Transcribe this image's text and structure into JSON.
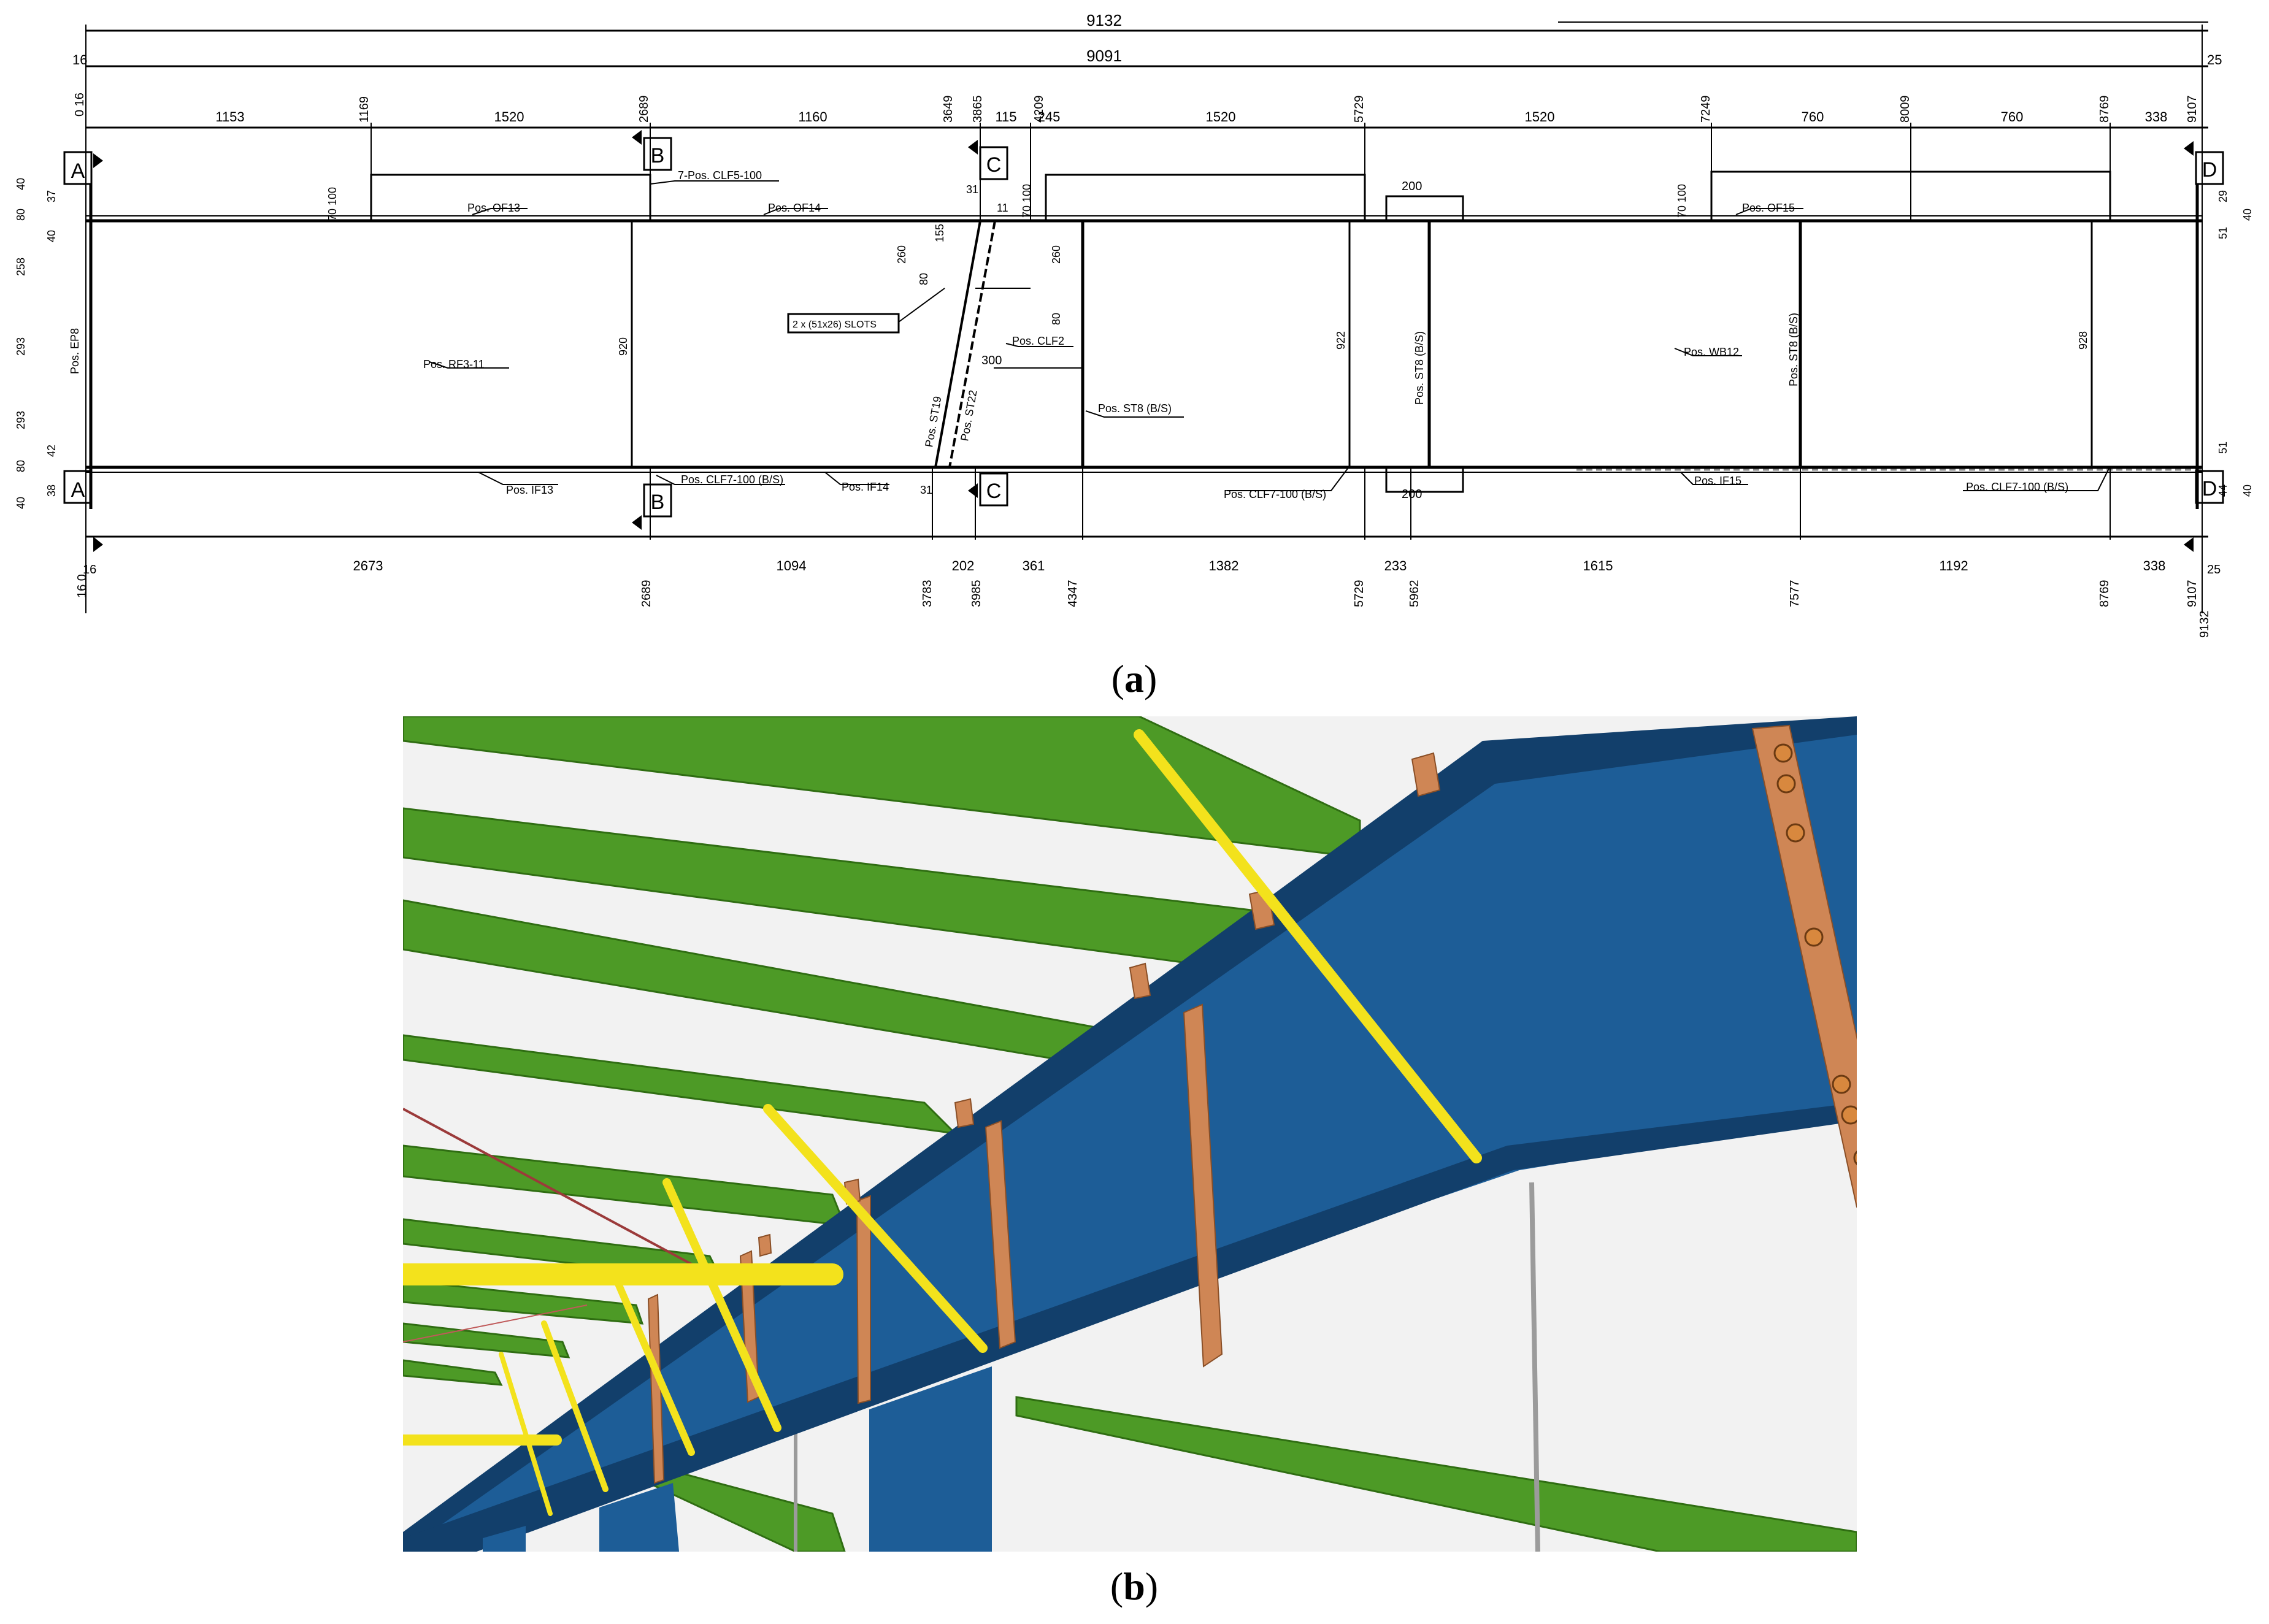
{
  "figure": {
    "panel_a": {
      "caption": "a",
      "overall_dims": {
        "top": "9132",
        "second": "9091",
        "left_edge": "16",
        "right_edge": "25"
      },
      "top_dims": [
        "1153",
        "1520",
        "1160",
        "115",
        "245",
        "1520",
        "1520",
        "760",
        "760",
        "338"
      ],
      "top_ordinates": [
        "0 16",
        "1169",
        "2689",
        "3649",
        "3865",
        "4209",
        "5729",
        "7249",
        "8009",
        "8769",
        "9107"
      ],
      "bottom_dims": [
        "2673",
        "1094",
        "202",
        "361",
        "1382",
        "233",
        "1615",
        "1192",
        "338"
      ],
      "bottom_ordinates": [
        "16 0",
        "2689",
        "3783",
        "3985",
        "4347",
        "5729",
        "5962",
        "7577",
        "8769",
        "9107",
        "9132"
      ],
      "bottom_left_mark": "16",
      "bottom_right_mark": "25",
      "section_marks": [
        "A",
        "B",
        "C",
        "D"
      ],
      "labels": {
        "of13": "Pos. OF13",
        "of14": "Pos. OF14",
        "of15": "Pos. OF15",
        "clf5": "7-Pos. CLF5-100",
        "rf3": "Pos. RF3-11",
        "ep8": "Pos. EP8",
        "slots": "2 x (51x26) SLOTS",
        "clf2": "Pos. CLF2",
        "st19": "Pos. ST19",
        "st22": "Pos. ST22",
        "st8_a": "Pos. ST8 (B/S)",
        "st8_b": "Pos. ST8 (B/S)",
        "st8_c": "Pos. ST8 (B/S)",
        "wb12": "Pos. WB12",
        "if13": "Pos. IF13",
        "if14": "Pos. IF14",
        "if15": "Pos. IF15",
        "clf7_a": "Pos. CLF7-100 (B/S)",
        "clf7_b": "Pos. CLF7-100 (B/S)",
        "clf7_c": "Pos. CLF7-100 (B/S)"
      },
      "dims_inner": {
        "d920": "920",
        "d922": "922",
        "d928": "928",
        "d200_top": "200",
        "d200_bot": "200",
        "d300": "300",
        "d260a": "260",
        "d260b": "260",
        "d31a": "31",
        "d31b": "31",
        "d11": "11",
        "d155": "155",
        "d80a": "80",
        "d80b": "80",
        "d70_100_a": "70 100",
        "d70_100_b": "70 100",
        "d70_100_c": "70 100"
      },
      "left_dims": [
        "40",
        "80",
        "37",
        "40",
        "258",
        "293",
        "293",
        "42",
        "80",
        "38",
        "40"
      ],
      "right_dims": [
        "29",
        "40",
        "51",
        "51",
        "44",
        "40"
      ]
    },
    "panel_b": {
      "caption": "b",
      "colors": {
        "sky": "#f2f2f2",
        "purlin": "#4d9a26",
        "purlin_dark": "#2f6d12",
        "rafter": "#1d5d97",
        "rafter_dark": "#123f6b",
        "stiffener": "#cf8655",
        "brace": "#f3e21c",
        "rod": "#9b9b9b"
      }
    }
  }
}
